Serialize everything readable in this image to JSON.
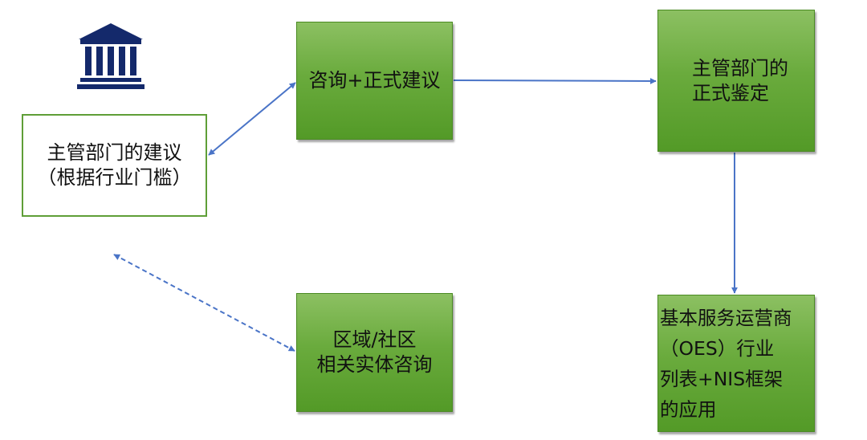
{
  "nodes": {
    "advice": {
      "lines": [
        "主管部门的建议",
        "（根据行业门槛）"
      ]
    },
    "consult": {
      "lines": [
        "咨询+正式建议"
      ]
    },
    "evaluation": {
      "lines": [
        "主管部门的",
        "正式鉴定"
      ]
    },
    "regional": {
      "lines": [
        "区域/社区",
        "相关实体咨询"
      ]
    },
    "oes": {
      "lines": [
        "基本服务运营商",
        "（OES）行业",
        "列表+NIS框架",
        "的应用"
      ]
    }
  },
  "icons": {
    "authority": "government-building-icon"
  },
  "colors": {
    "box_fill": "#6aab3d",
    "box_border": "#4a8a22",
    "white_border": "#5f9e37",
    "arrow": "#4a74c7"
  }
}
